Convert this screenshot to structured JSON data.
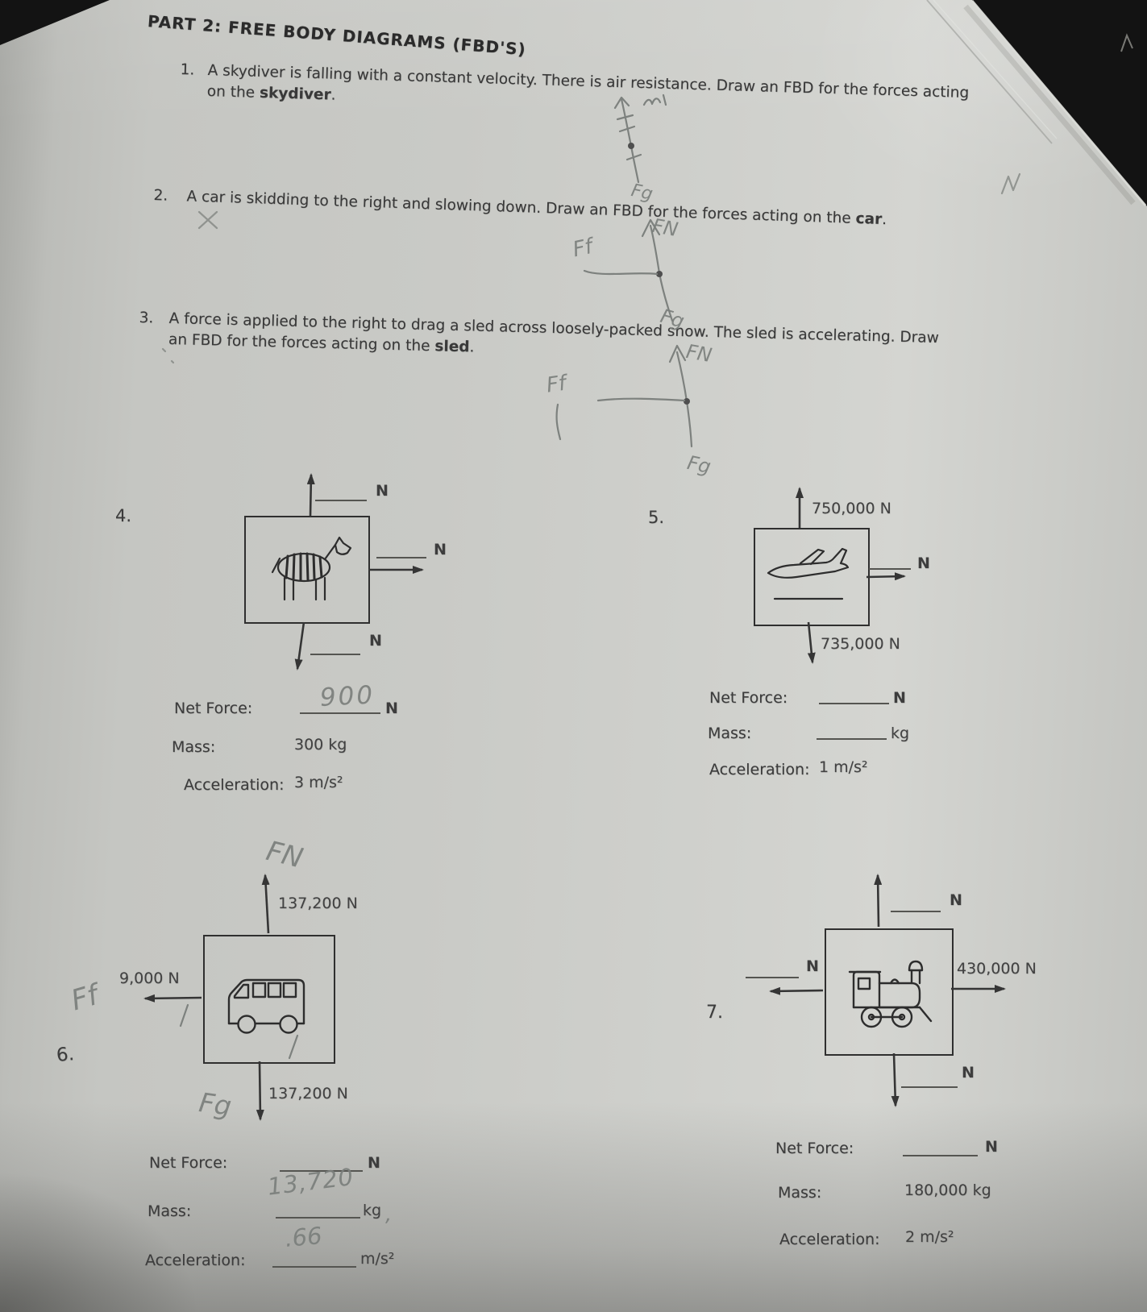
{
  "title": "PART 2: FREE BODY DIAGRAMS (FBD'S)",
  "q1": {
    "number": "1.",
    "line1": "A skydiver is falling with a constant velocity. There is air resistance. Draw an FBD for the forces acting",
    "line2_pre": "on the ",
    "line2_bold": "skydiver",
    "line2_post": "."
  },
  "q2": {
    "number": "2.",
    "line_pre": "A car is skidding to the right and slowing down. Draw an FBD for the forces acting on the ",
    "line_bold": "car",
    "line_post": "."
  },
  "q3": {
    "number": "3.",
    "line1": "A force is applied to the right to drag a sled across loosely-packed snow. The sled is accelerating. Draw",
    "line2_pre": "an FBD for the forces acting on the ",
    "line2_bold": "sled",
    "line2_post": "."
  },
  "hw": {
    "fn": "FN",
    "ff": "Ff",
    "fg": "Fg",
    "q4_net_force": "900",
    "q6_mass": "13,720",
    "q6_acceleration": ".66",
    "q6_comma": ","
  },
  "p4": {
    "number": "4.",
    "icon": "zebra",
    "up_unit": "N",
    "right_unit": "N",
    "down_unit": "N",
    "net_force_label": "Net Force:",
    "net_force_unit": "N",
    "mass_label": "Mass:",
    "mass_value": "300 kg",
    "accel_label": "Acceleration:",
    "accel_value": "3 m/s²"
  },
  "p5": {
    "number": "5.",
    "icon": "airplane",
    "up_value": "750,000 N",
    "right_unit": "N",
    "down_value": "735,000 N",
    "net_force_label": "Net Force:",
    "net_force_unit": "N",
    "mass_label": "Mass:",
    "mass_unit": "kg",
    "accel_label": "Acceleration:",
    "accel_value": "1 m/s²"
  },
  "p6": {
    "number": "6.",
    "icon": "bus",
    "up_value": "137,200 N",
    "left_value": "9,000 N",
    "down_value": "137,200 N",
    "net_force_label": "Net Force:",
    "net_force_unit": "N",
    "mass_label": "Mass:",
    "mass_unit": "kg",
    "accel_label": "Acceleration:",
    "accel_unit": "m/s²"
  },
  "p7": {
    "number": "7.",
    "icon": "train",
    "up_unit": "N",
    "left_unit": "N",
    "right_value": "430,000 N",
    "down_unit": "N",
    "net_force_label": "Net Force:",
    "net_force_unit": "N",
    "mass_label": "Mass:",
    "mass_value": "180,000 kg",
    "accel_label": "Acceleration:",
    "accel_value": "2 m/s²"
  },
  "colors": {
    "paper": "#c9cac6",
    "ink": "#343434",
    "pencil": "#7d817e",
    "background": "#131313"
  }
}
